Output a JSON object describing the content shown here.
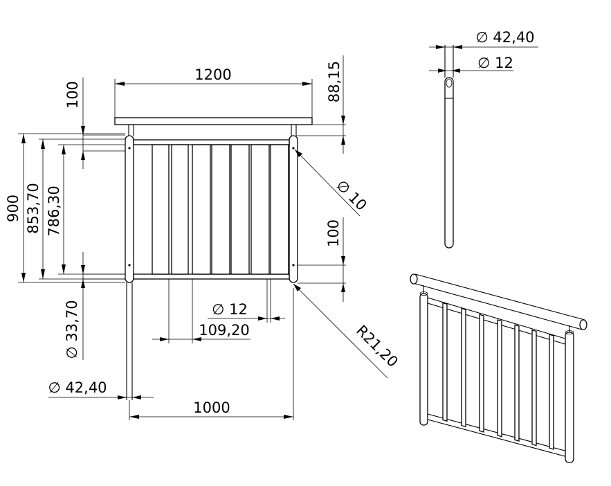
{
  "dimensions": {
    "handrail_length": "1200",
    "handrail_offset": "88,15",
    "top_gap": "100",
    "total_height": "900",
    "post_height": "853,70",
    "panel_height": "786,30",
    "bottom_gap": "100",
    "bar_diameter_front": "12",
    "bar_spacing": "109,20",
    "post_diameter": "33,70",
    "handrail_diameter_front": "42,40",
    "post_spacing": "1000",
    "fixing_diameter": "10",
    "bend_radius": "R21,20",
    "side_handrail_diameter": "42,40",
    "side_bar_diameter": "12"
  },
  "symbols": {
    "diameter": "∅"
  }
}
